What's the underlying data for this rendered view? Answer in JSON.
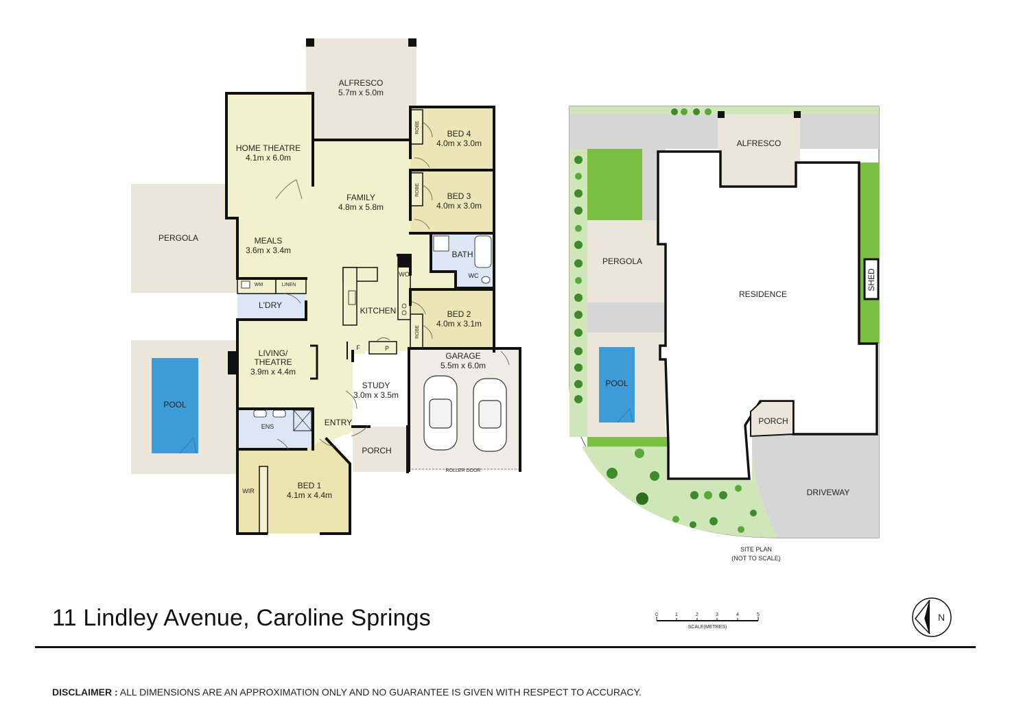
{
  "colors": {
    "room_yellow": "#f3f1cd",
    "bed1_yellow": "#ebe4b0",
    "bed_yellow": "#ece6b6",
    "outdoor_beige": "#ebe6d9",
    "wet_blue": "#dbe7f4",
    "pool_blue": "#3d9bd8",
    "garage_grey": "#efece6",
    "paving_grey": "#d6d6d6",
    "lawn_green": "#7ac143",
    "wall": "#111111"
  },
  "floor_plan": {
    "alfresco": {
      "name": "ALFRESCO",
      "size": "5.7m x 5.0m"
    },
    "home_theatre": {
      "name": "HOME THEATRE",
      "size": "4.1m x 6.0m"
    },
    "family": {
      "name": "FAMILY",
      "size": "4.8m x 5.8m"
    },
    "bed4": {
      "name": "BED 4",
      "size": "4.0m x 3.0m"
    },
    "bed3": {
      "name": "BED 3",
      "size": "4.0m x 3.0m"
    },
    "bed2": {
      "name": "BED 2",
      "size": "4.0m x 3.1m"
    },
    "bed1": {
      "name": "BED 1",
      "size": "4.1m x 4.4m"
    },
    "meals": {
      "name": "MEALS",
      "size": "3.6m x 3.4m"
    },
    "pergola": {
      "name": "PERGOLA"
    },
    "living": {
      "name_line1": "LIVING/",
      "name_line2": "THEATRE",
      "size": "3.9m x 4.4m"
    },
    "kitchen": {
      "name": "KITCHEN"
    },
    "study": {
      "name": "STUDY",
      "size": "3.0m x 3.5m"
    },
    "garage": {
      "name": "GARAGE",
      "size": "5.5m x 6.0m"
    },
    "roller_door": "ROLLER DOOR",
    "pool": "POOL",
    "ens": "ENS",
    "entry": "ENTRY",
    "porch": "PORCH",
    "wir": "WIR",
    "bath": "BATH",
    "wc": "WC",
    "wo": "WO",
    "ldry": "L'DRY",
    "wm": "WM",
    "linen": "LINEN",
    "robe": "ROBE",
    "f": "F",
    "p": "P"
  },
  "site_plan": {
    "alfresco": "ALFRESCO",
    "residence": "RESIDENCE",
    "shed": "SHED",
    "pergola": "PERGOLA",
    "pool": "POOL",
    "porch": "PORCH",
    "driveway": "DRIVEWAY",
    "caption_line1": "SITE PLAN",
    "caption_line2": "(NOT TO SCALE)"
  },
  "scale": {
    "ticks": [
      "0",
      "1",
      "2",
      "3",
      "4",
      "5"
    ],
    "label": "SCALE(METRES)"
  },
  "north": "N",
  "address": "11 Lindley Avenue, Caroline Springs",
  "disclaimer": {
    "label": "DISCLAIMER :",
    "text": "ALL DIMENSIONS ARE AN APPROXIMATION ONLY AND NO GUARANTEE IS GIVEN WITH RESPECT TO ACCURACY."
  }
}
